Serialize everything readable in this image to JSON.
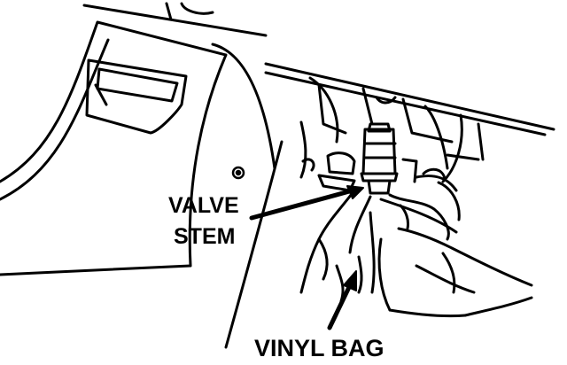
{
  "labels": {
    "valve_line1": "VALVE",
    "valve_line2": "STEM",
    "bag": "VINYL BAG"
  },
  "colors": {
    "ink": "#000000",
    "paper": "#ffffff"
  }
}
